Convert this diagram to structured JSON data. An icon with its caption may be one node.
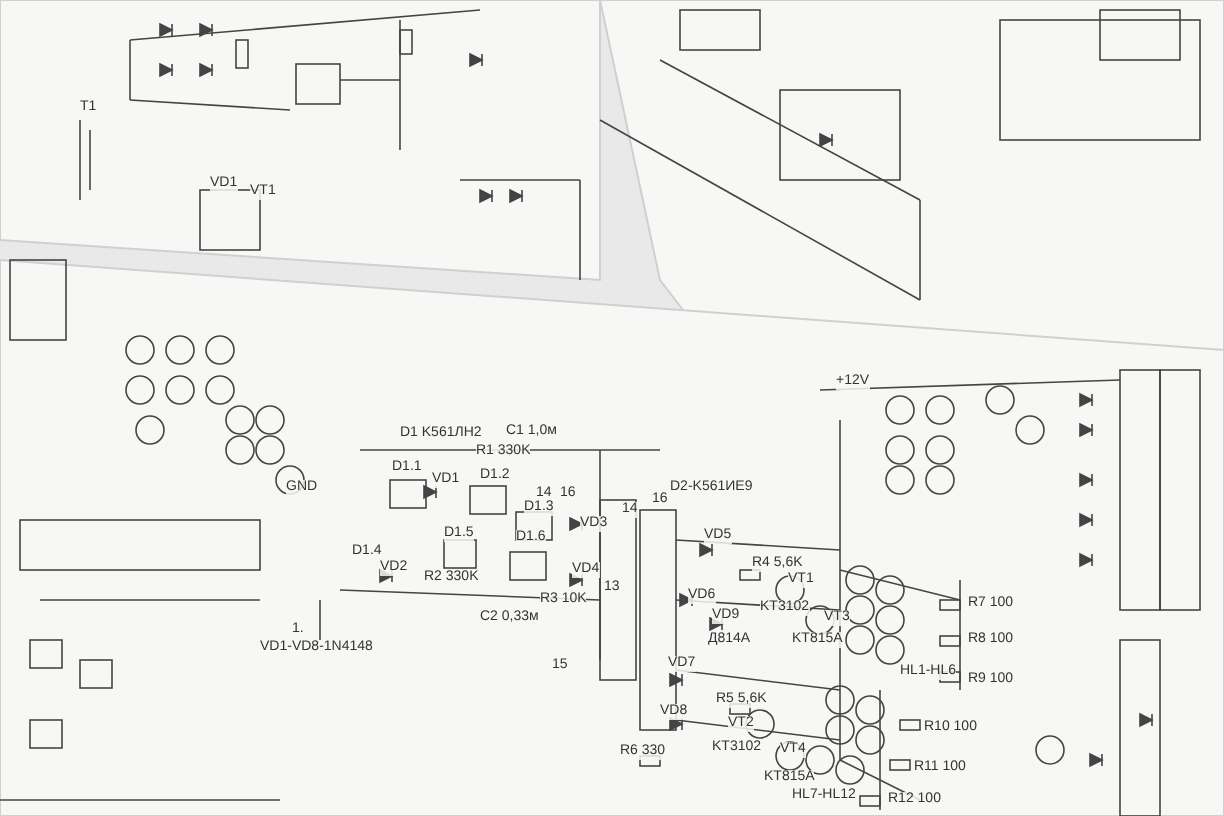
{
  "diagram": {
    "labels": [
      "GND",
      "T1",
      "VD1",
      "VT1",
      "+12V",
      "D1 K561ЛН2",
      "C1 1,0м",
      "R1 330K",
      "D2-K561ИЕ9",
      "D1.1",
      "VD1",
      "D1.2",
      "14",
      "16",
      "14",
      "16",
      "D1.3",
      "VD3",
      "VD5",
      "D1.5",
      "D1.4",
      "VD2",
      "D1.6",
      "R2 330K",
      "VD4",
      "R4 5,6K",
      "VT1",
      "VD6",
      "13",
      "R3 10K",
      "KT3102",
      "VT3",
      "C2 0,33м",
      "1.",
      "VD1-VD8-1N4148",
      "VD9",
      "Д814А",
      "KT815A",
      "R7 100",
      "HL1-HL6",
      "15",
      "VD7",
      "R8 100",
      "R9 100",
      "R5 5,6K",
      "VD8",
      "VT2",
      "R10 100",
      "KT3102",
      "R6 330",
      "VT4",
      "R11 100",
      "KT815A",
      "HL7-HL12",
      "R12 100"
    ]
  }
}
